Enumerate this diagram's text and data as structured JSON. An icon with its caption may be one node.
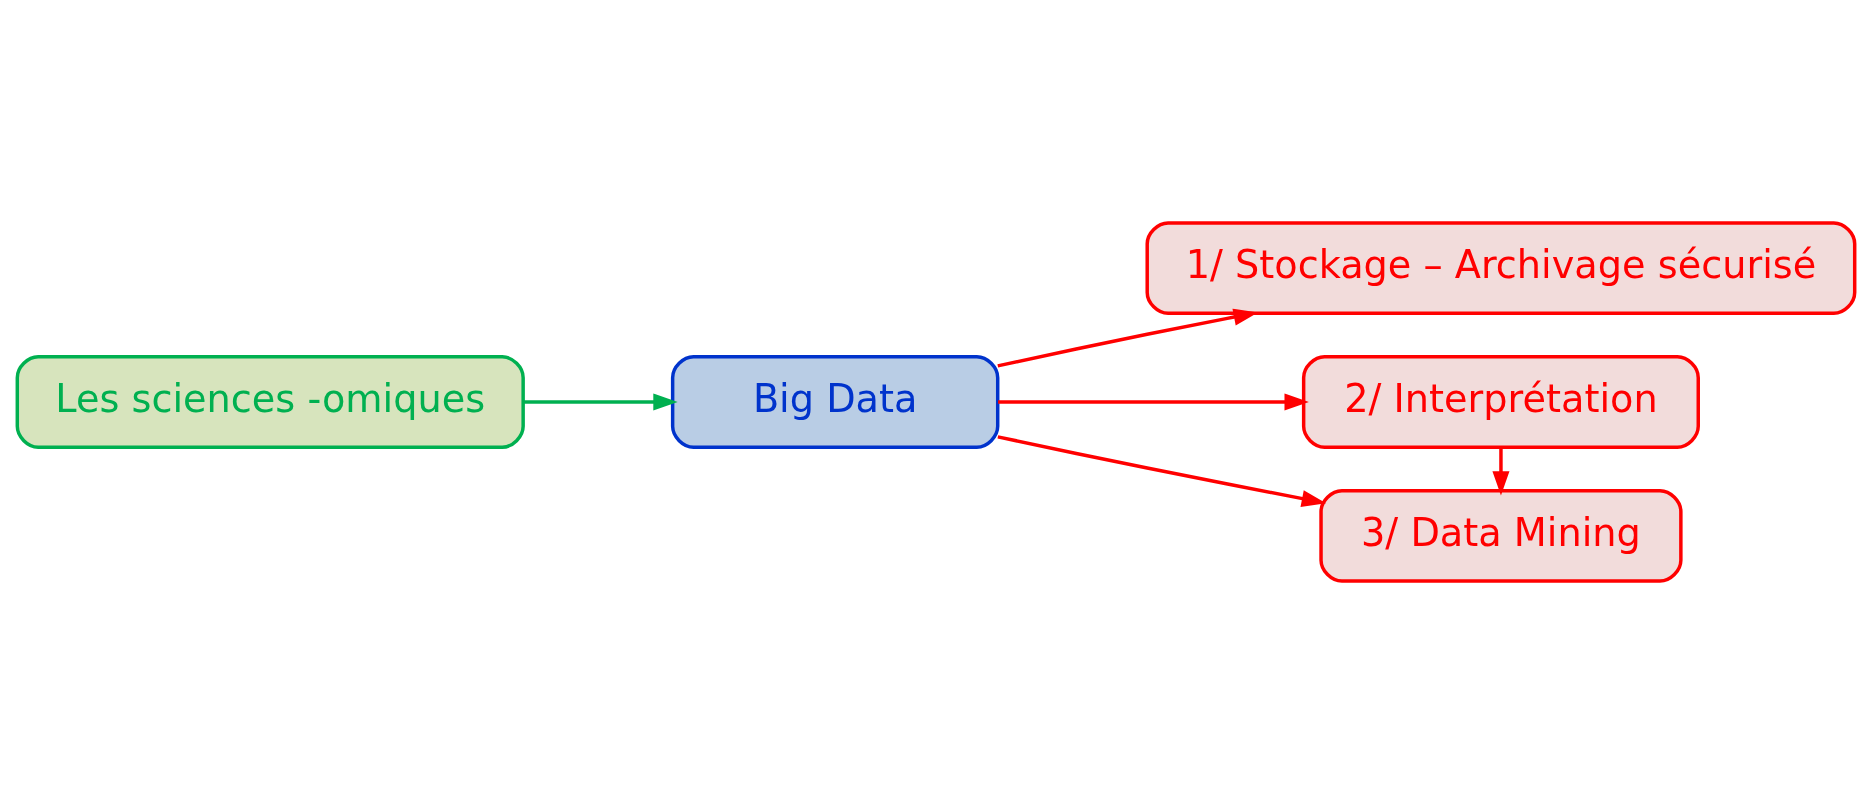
{
  "diagram": {
    "nodes": [
      {
        "text": [
          "Les sciences -omiques"
        ]
      },
      {
        "text": [
          "Big Data"
        ]
      },
      {
        "text": [
          "1/ Stockage – Archivage sécurisé"
        ]
      },
      {
        "text": [
          "2/ Interprétation"
        ]
      },
      {
        "text": [
          "3/ Data Mining"
        ]
      }
    ],
    "edges": [
      {
        "from": 0,
        "to": 1,
        "arrow": "to",
        "color": "#00b050"
      },
      {
        "from": 1,
        "to": 2,
        "arrow": "to"
      },
      {
        "from": 1,
        "to": 3,
        "arrow": "to"
      },
      {
        "from": 1,
        "to": 4,
        "arrow": "to"
      },
      {
        "from": 3,
        "to": 4,
        "arrow": "to"
      }
    ]
  }
}
